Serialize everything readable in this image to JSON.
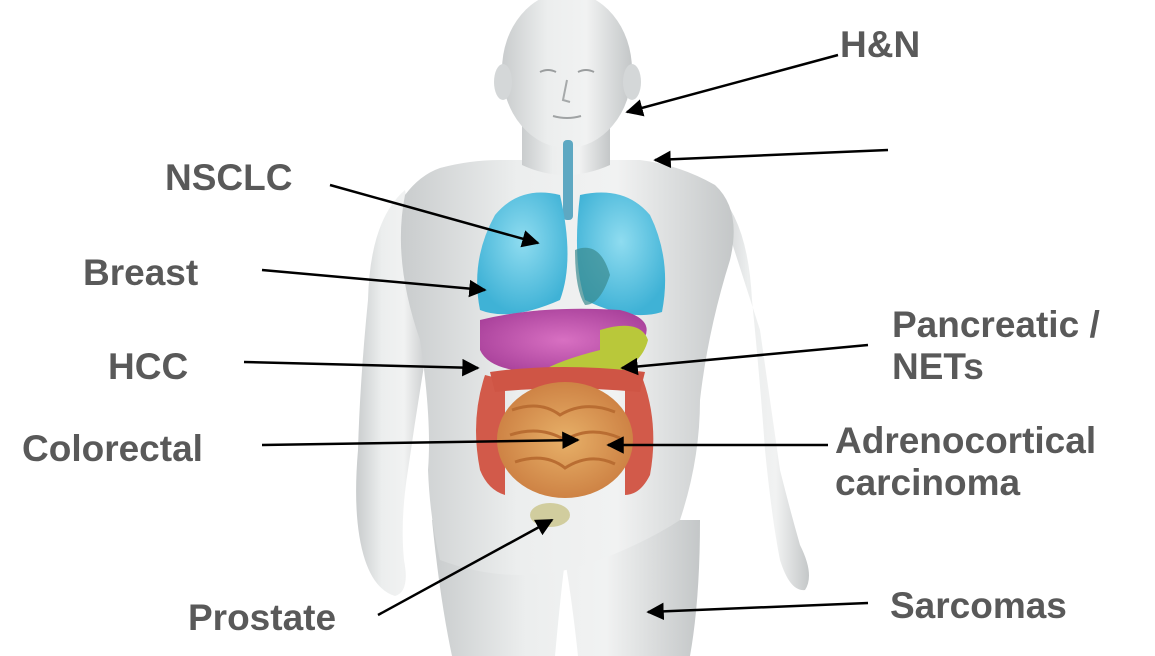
{
  "labels": {
    "hn": "H&N",
    "nsclc": "NSCLC",
    "breast": "Breast",
    "hcc": "HCC",
    "colorectal": "Colorectal",
    "prostate": "Prostate",
    "pancreatic_line1": "Pancreatic /",
    "pancreatic_line2": "NETs",
    "adrenocortical_line1": "Adrenocortical",
    "adrenocortical_line2": "carcinoma",
    "sarcomas": "Sarcomas"
  },
  "colors": {
    "text": "#595959",
    "arrow": "#000000",
    "skin": "#e4e6e7",
    "lungs": "#5cc3e0",
    "liver": "#c858b0",
    "stomach": "#b8c93a",
    "colon": "#d95a4a",
    "small_intestine": "#d89a52"
  }
}
